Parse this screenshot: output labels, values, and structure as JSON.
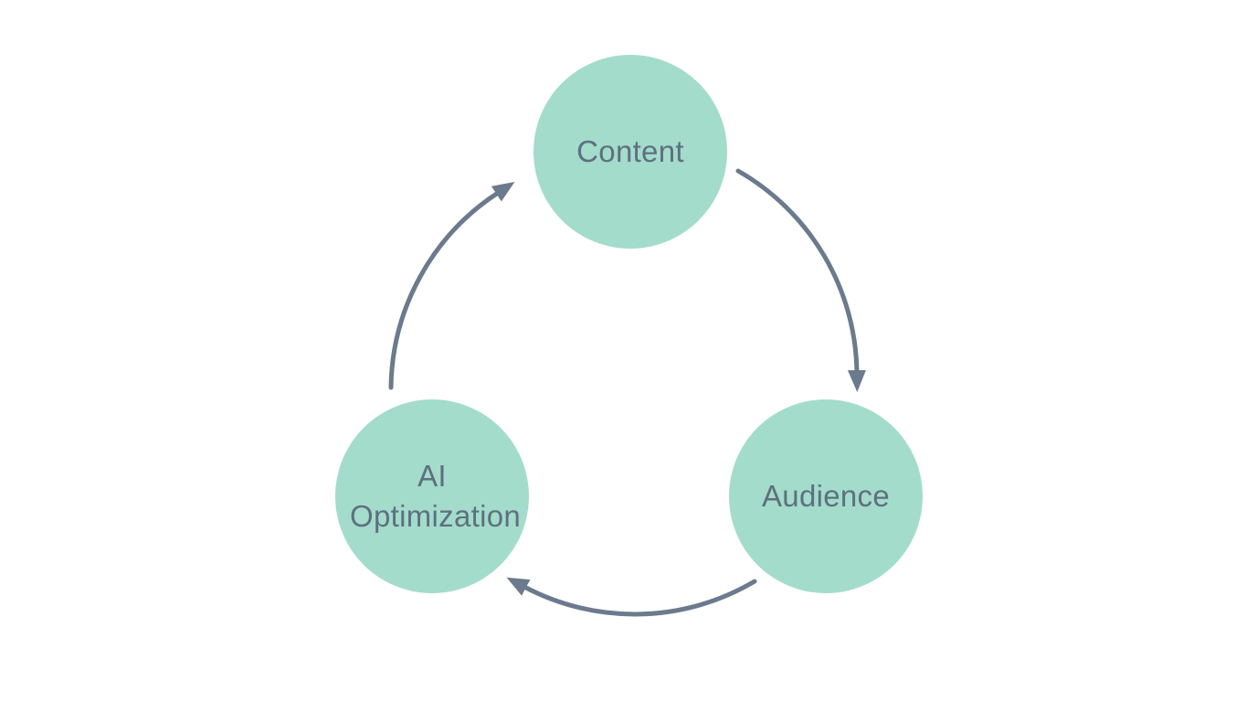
{
  "diagram": {
    "type": "cycle-diagram",
    "nodes": [
      {
        "id": "content",
        "label": "Content"
      },
      {
        "id": "audience",
        "label": "Audience"
      },
      {
        "id": "ai-optimization",
        "label": "AI Optimization"
      }
    ],
    "edges": [
      {
        "from": "Content",
        "to": "Audience"
      },
      {
        "from": "Audience",
        "to": "AI Optimization"
      },
      {
        "from": "AI Optimization",
        "to": "Content"
      }
    ],
    "colors": {
      "background": "#ffffff",
      "node_fill": "#a3dcca",
      "label": "#5e7080",
      "arrow": "#6b7a8c"
    }
  }
}
